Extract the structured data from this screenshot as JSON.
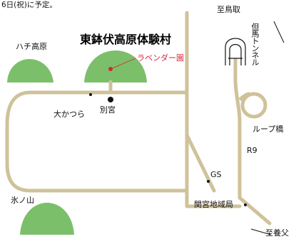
{
  "header_note": "6日(祝)に予定。",
  "title": "東鉢伏高原体験村",
  "labels": {
    "lavender": "ラベンダー園",
    "hachi": "ハチ高原",
    "okatsura": "大かつら",
    "betsugu": "別宮",
    "hyonosen": "氷ノ山",
    "to_tottori": "至鳥取",
    "tajima_tunnel": "但馬トンネル",
    "loop_bridge": "ループ橋",
    "route": "R9",
    "gs": "GS",
    "post_office": "関宮地域局",
    "to_yabu": "至養父"
  },
  "colors": {
    "road": "#cfc29a",
    "mountain": "#7cbf6a",
    "highlight": "#d5253b",
    "ink": "#111111"
  }
}
